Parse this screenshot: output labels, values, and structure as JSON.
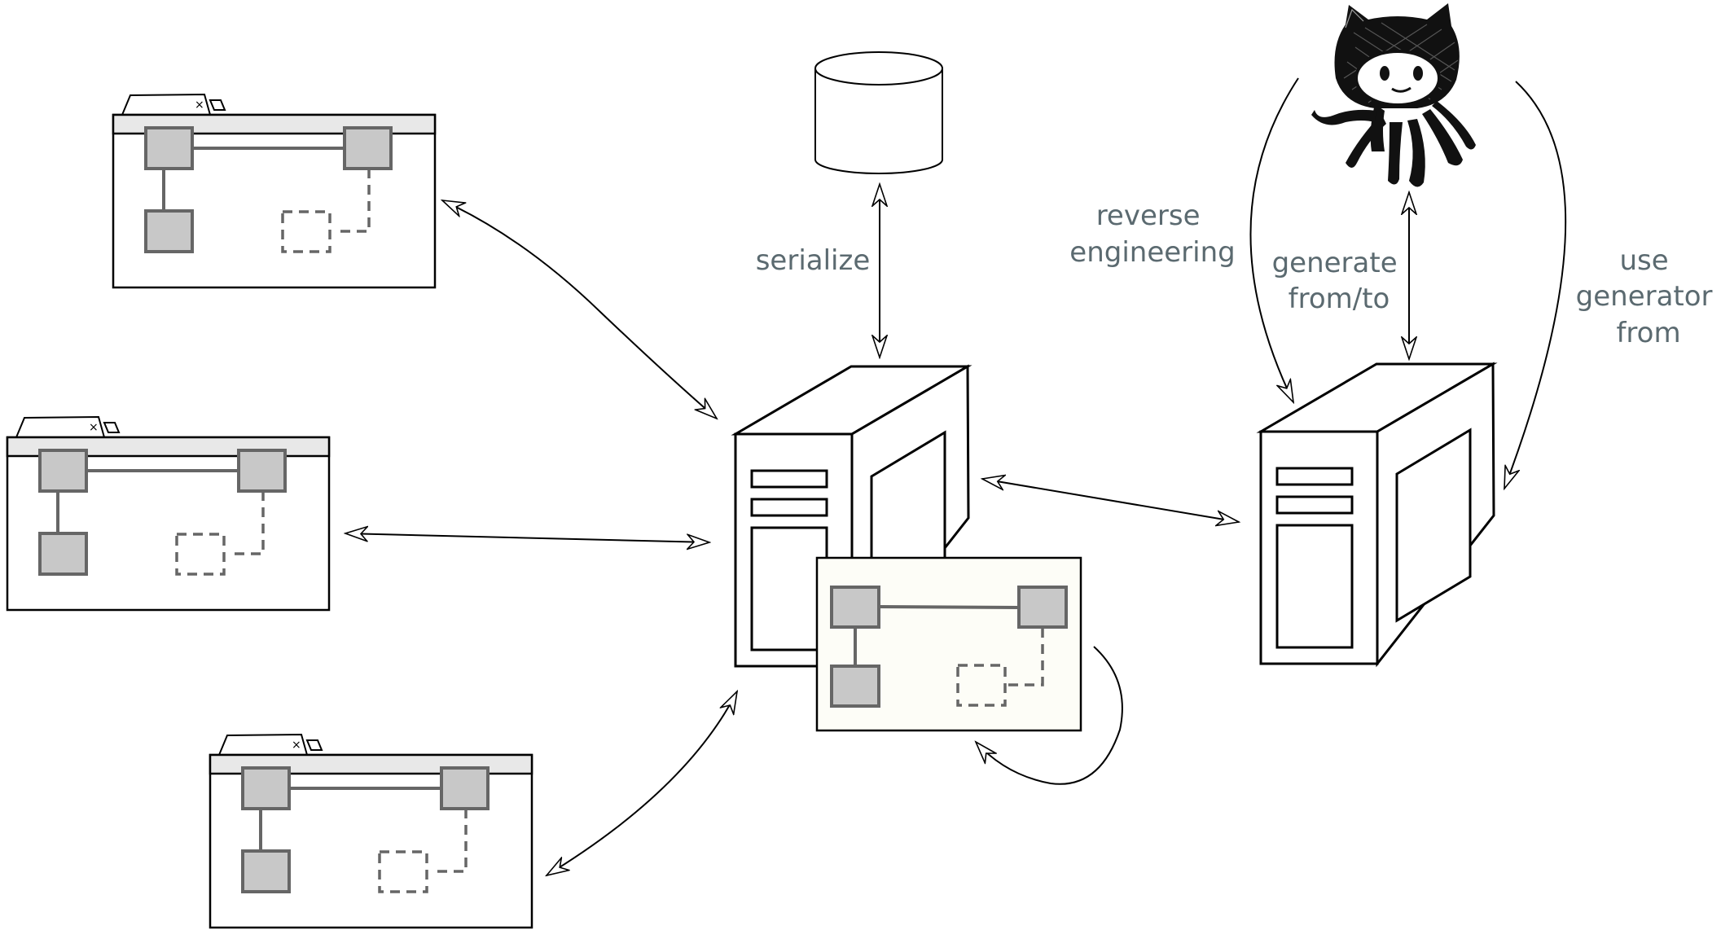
{
  "labels": {
    "serialize": "serialize",
    "reverse_line1": "reverse",
    "reverse_line2": "engineering",
    "generate_line1": "generate",
    "generate_line2": "from/to",
    "use_line1": "use",
    "use_line2": "generator",
    "use_line3": "from"
  },
  "icons": {
    "window_close": "×"
  },
  "colors": {
    "label_text": "#5b6a70",
    "node_fill": "#c8c8c8",
    "node_stroke": "#666666",
    "central_window_bg": "#fdfdf7"
  }
}
